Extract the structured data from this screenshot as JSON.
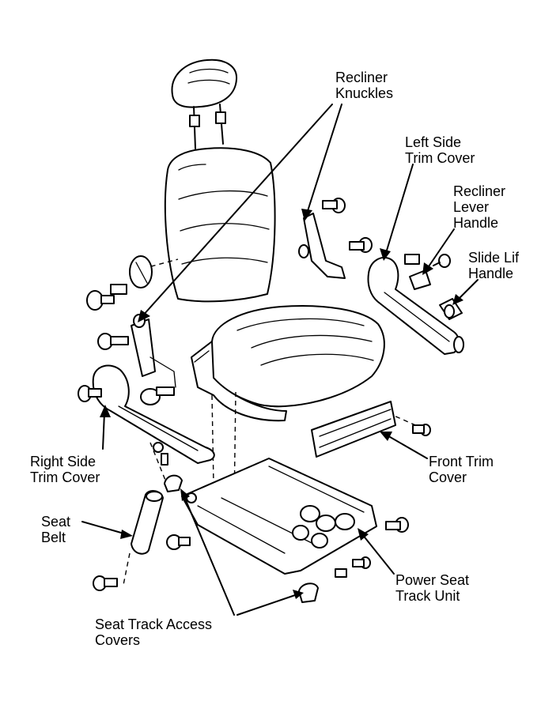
{
  "labels": {
    "recliner_knuckles": "Recliner\nKnuckles",
    "left_side_trim_cover": "Left Side\nTrim Cover",
    "recliner_lever_handle": "Recliner\nLever\nHandle",
    "slide_lift_handle": "Slide Lif\nHandle",
    "right_side_trim_cover": "Right Side\nTrim Cover",
    "front_trim_cover": "Front Trim\nCover",
    "seat_belt": "Seat\nBelt",
    "power_seat_track_unit": "Power Seat\nTrack Unit",
    "seat_track_access_covers": "Seat Track Access\nCovers"
  }
}
